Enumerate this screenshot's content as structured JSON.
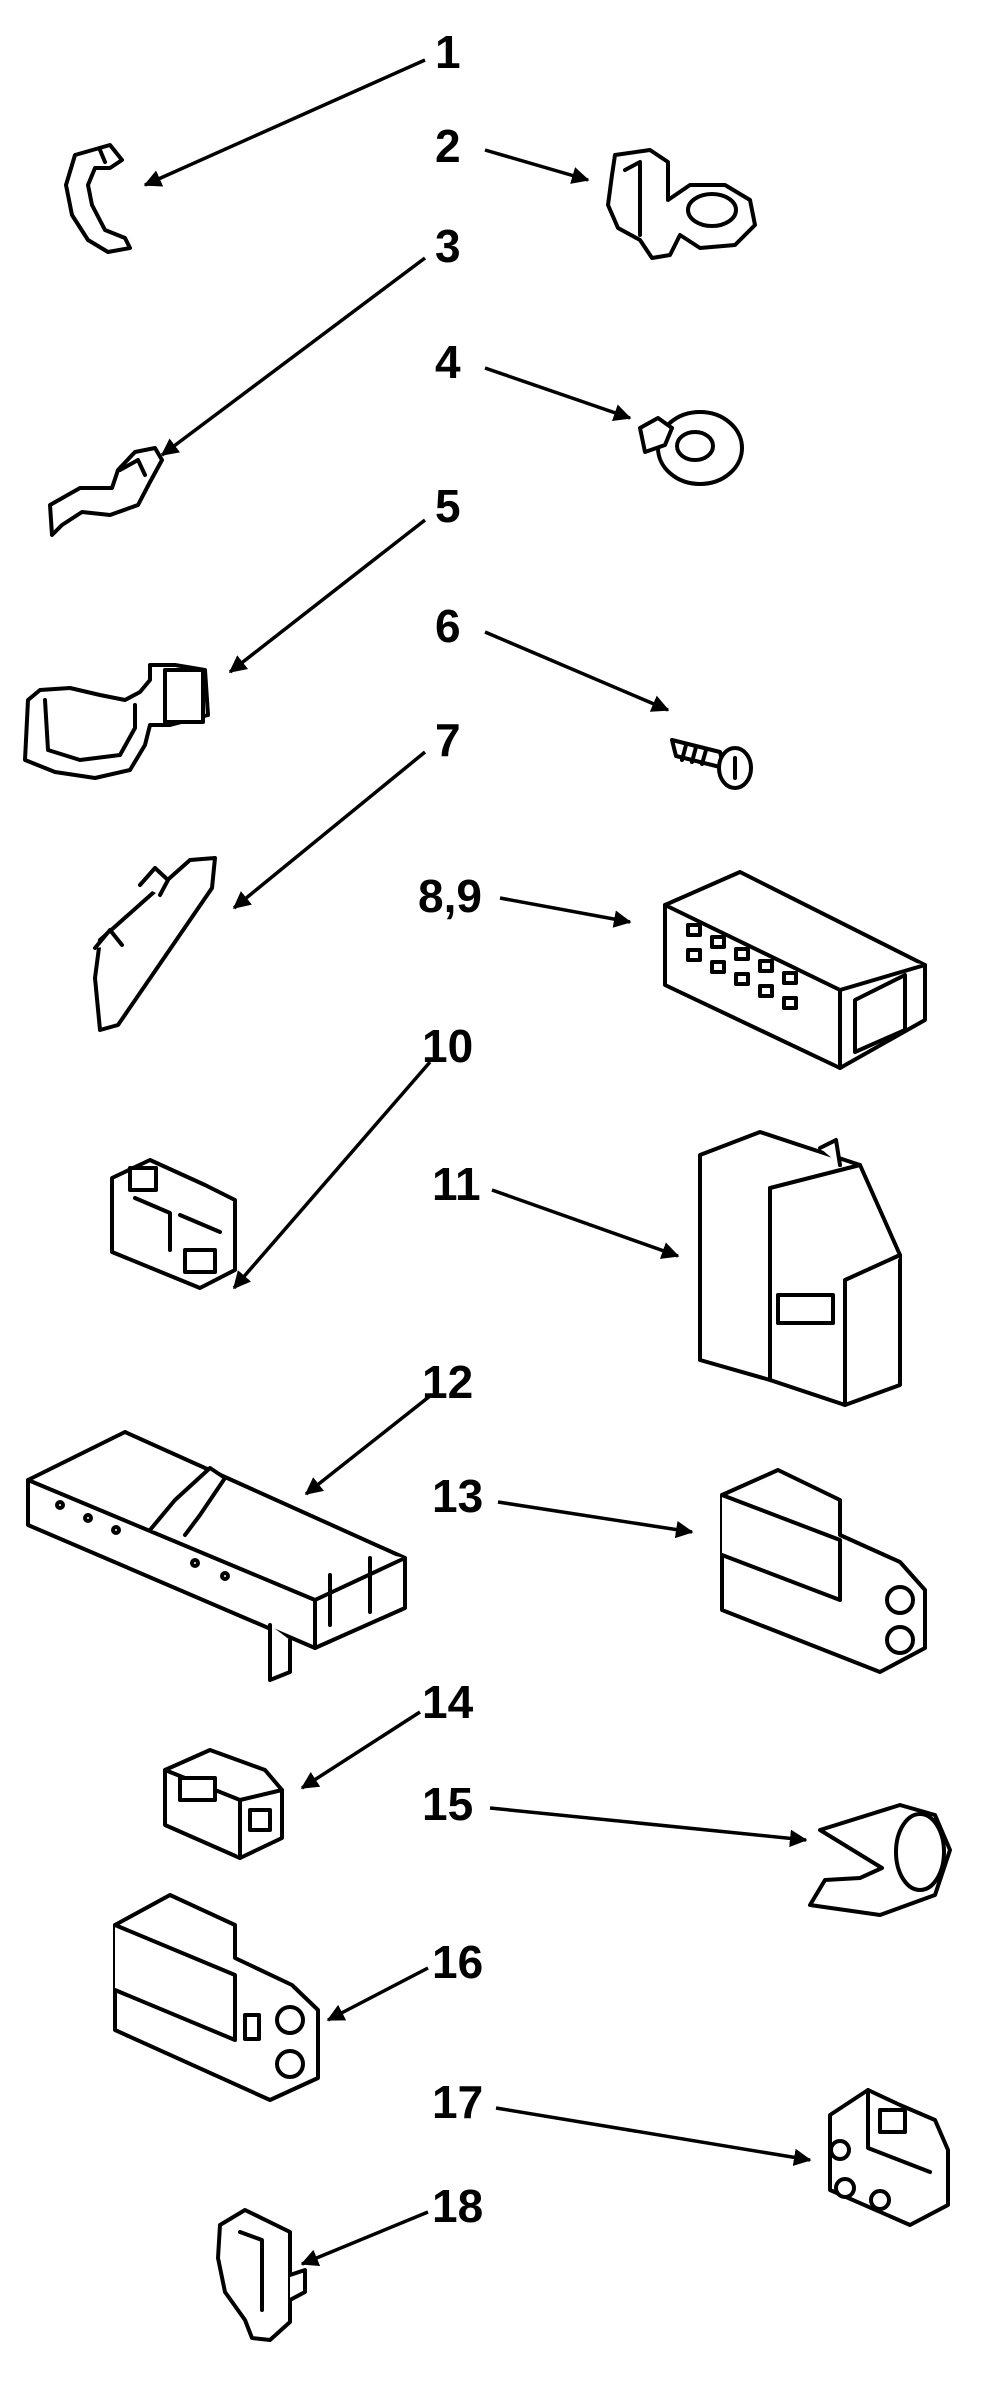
{
  "diagram": {
    "callouts": {
      "c1": "1",
      "c2": "2",
      "c3": "3",
      "c4": "4",
      "c5": "5",
      "c6": "6",
      "c7": "7",
      "c8_9": "8,9",
      "c10": "10",
      "c11": "11",
      "c12": "12",
      "c13": "13",
      "c14": "14",
      "c15": "15",
      "c16": "16",
      "c17": "17",
      "c18": "18"
    }
  }
}
